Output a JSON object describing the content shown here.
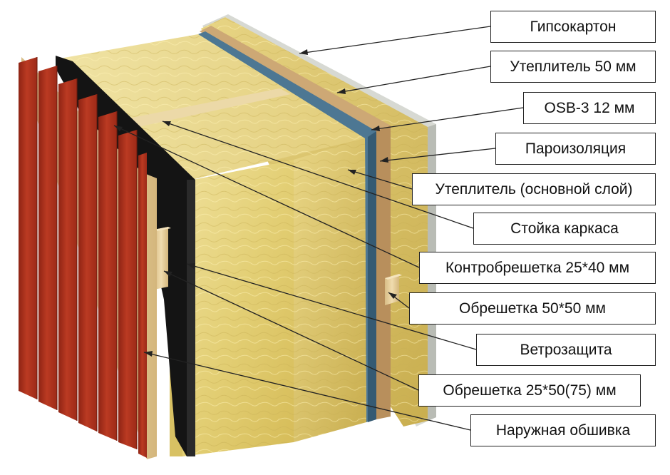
{
  "labels": [
    {
      "id": "gypsum",
      "text": "Гипсокартон"
    },
    {
      "id": "insul50",
      "text": "Утеплитель 50 мм"
    },
    {
      "id": "osb",
      "text": "OSB-3 12 мм"
    },
    {
      "id": "vapor",
      "text": "Пароизоляция"
    },
    {
      "id": "insulMain",
      "text": "Утеплитель (основной слой)"
    },
    {
      "id": "stud",
      "text": "Стойка каркаса"
    },
    {
      "id": "counterbatten",
      "text": "Контробрешетка 25*40 мм"
    },
    {
      "id": "lath50",
      "text": "Обрешетка 50*50 мм"
    },
    {
      "id": "windbarrier",
      "text": "Ветрозащита"
    },
    {
      "id": "lath25",
      "text": "Обрешетка 25*50(75) мм"
    },
    {
      "id": "cladding",
      "text": "Наружная обшивка"
    }
  ],
  "colors": {
    "cladding": "#b8321e",
    "wool": "#e2cf73",
    "wind_barrier": "#141414",
    "vapor_barrier": "#4d7793",
    "osb": "#cfa877",
    "gypsum": "#dadcd6",
    "wood": "#e7cf9b"
  }
}
